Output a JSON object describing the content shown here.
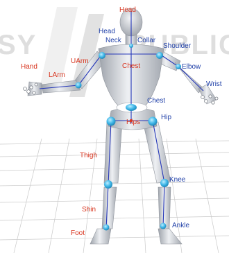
{
  "colors": {
    "body": "#d2d6dc",
    "joint": "#3fb7e8",
    "bone": "#2436b8",
    "red_label": "#d8341e",
    "blue_label": "#2040a8",
    "grid": "#c9c9c9",
    "watermark": "#dedede"
  },
  "watermark": {
    "left": "SY",
    "middle": "PUBLICAT"
  },
  "labels": {
    "head": "Head",
    "head_end": "Head",
    "neck": "Neck",
    "collar": "Collar",
    "shoulder": "Shoulder",
    "uarm": "UArm",
    "chest_upper": "Chest",
    "elbow": "Elbow",
    "hand": "Hand",
    "larm": "LArm",
    "wrist": "Wrist",
    "chest_lower": "Chest",
    "hip": "Hip",
    "hips": "Hips",
    "thigh": "Thigh",
    "knee": "Knee",
    "shin": "Shin",
    "foot": "Foot",
    "ankle": "Ankle"
  }
}
